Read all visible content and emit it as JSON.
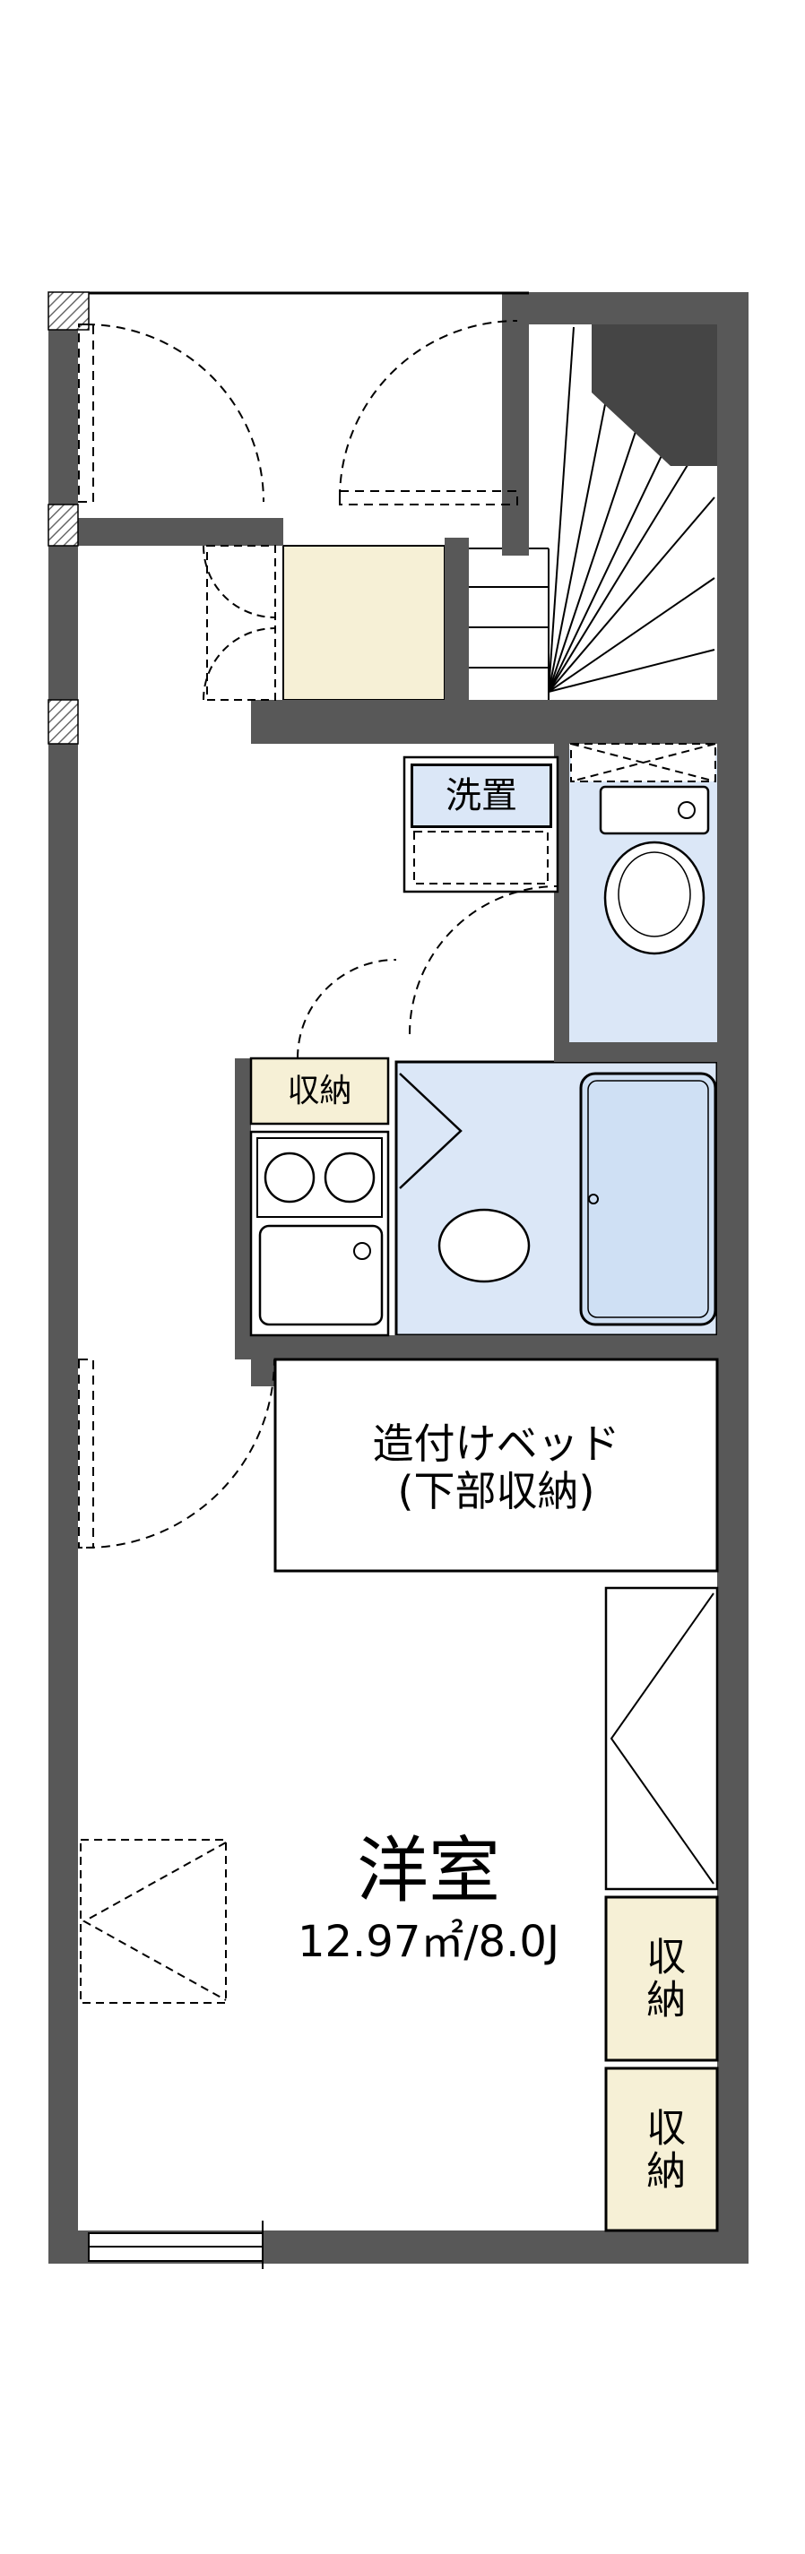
{
  "floorplan": {
    "type": "japanese-apartment-floorplan",
    "colors": {
      "wall": "#585858",
      "stair_dark": "#454545",
      "water_blue": "#dbe7f7",
      "tub_blue": "#cfe0f4",
      "cream": "#f6f0d6",
      "line": "#000000",
      "background": "#ffffff"
    },
    "labels": {
      "washer": "洗置",
      "storage_hall": "収納",
      "bed_line1": "造付けベッド",
      "bed_line2": "(下部収納)",
      "room_name": "洋室",
      "room_size": "12.97㎡/8.0J",
      "closet_upper": "収納",
      "closet_lower": "収納"
    }
  }
}
